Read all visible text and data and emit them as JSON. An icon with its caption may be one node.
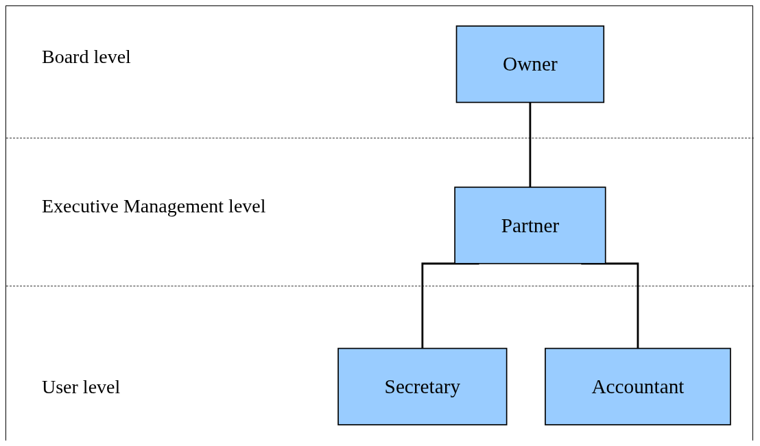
{
  "diagram": {
    "nodes": [
      {
        "text": [
          "Owner"
        ]
      },
      {
        "text": [
          "Partner"
        ]
      },
      {
        "text": [
          "Secretary"
        ]
      },
      {
        "text": [
          "Accountant"
        ]
      }
    ],
    "edges": [
      {
        "from": 0,
        "to": 1,
        "arrow": "none"
      },
      {
        "from": 1,
        "to": 2,
        "arrow": "none"
      },
      {
        "from": 1,
        "to": 3,
        "arrow": "none"
      }
    ],
    "labels": [
      "Board level",
      "Executive Management level",
      "User level"
    ]
  }
}
